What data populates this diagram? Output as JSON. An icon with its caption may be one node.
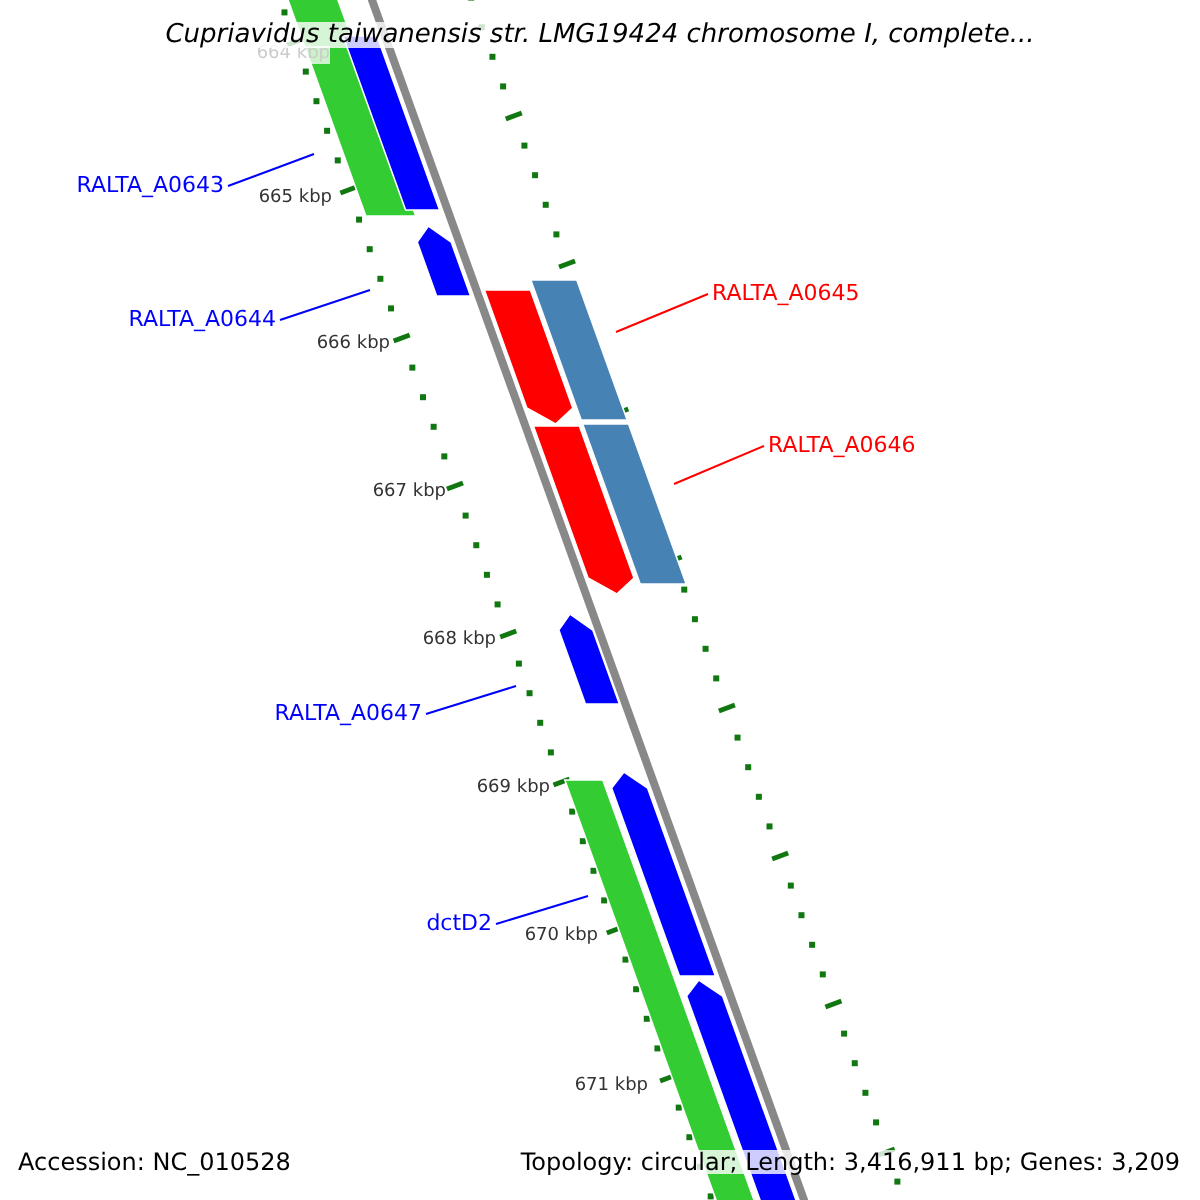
{
  "diagram": {
    "title": "Cupriavidus taiwanensis str. LMG19424 chromosome I, complete...",
    "nodes": [
      {
        "text": [
          "RALTA_A0643"
        ]
      },
      {
        "text": [
          "RALTA_A0644"
        ]
      },
      {
        "text": [
          "RALTA_A0645"
        ]
      },
      {
        "text": [
          "RALTA_A0646"
        ]
      },
      {
        "text": [
          "RALTA_A0647"
        ]
      },
      {
        "text": [
          "dctD2"
        ]
      }
    ],
    "edges": [
      {
        "from": 0,
        "to": null,
        "arrow": "none"
      },
      {
        "from": 1,
        "to": null,
        "arrow": "none"
      },
      {
        "from": 2,
        "to": null,
        "arrow": "none",
        "color": "#ff0000"
      },
      {
        "from": 3,
        "to": null,
        "arrow": "none",
        "color": "#ff0000"
      },
      {
        "from": 4,
        "to": null,
        "arrow": "none"
      },
      {
        "from": 5,
        "to": null,
        "arrow": "none"
      }
    ],
    "labels": [
      "664 kbp",
      "665 kbp",
      "666 kbp",
      "667 kbp",
      "668 kbp",
      "669 kbp",
      "670 kbp",
      "671 kbp",
      "Accession: NC_010528",
      "Topology: circular; Length: 3,416,911 bp; Genes: 3,209"
    ]
  }
}
